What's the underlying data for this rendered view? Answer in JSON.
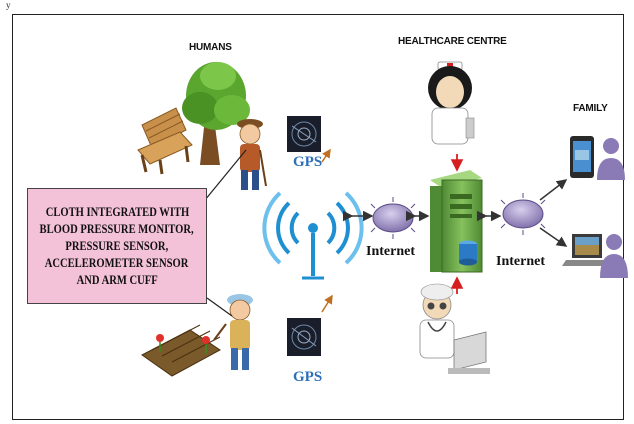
{
  "labels": {
    "humans": "HUMANS",
    "healthcare": "HEALTHCARE CENTRE",
    "family": "FAMILY",
    "gps_top": "GPS",
    "gps_bottom": "GPS",
    "internet_left": "Internet",
    "internet_right": "Internet"
  },
  "cloth_box": {
    "lines": [
      "CLOTH INTEGRATED WITH",
      "BLOOD PRESSURE MONITOR,",
      "PRESSURE SENSOR,",
      "ACCELEROMETER SENSOR",
      "AND ARM CUFF"
    ]
  },
  "top_mark": "y",
  "colors": {
    "box_fill": "#f3c1d8",
    "gps_text": "#2e6fb8",
    "wifi": "#1e8fd0",
    "server": "#6fa84a",
    "router": "#8a7bb0",
    "arrow_red": "#d62020"
  }
}
